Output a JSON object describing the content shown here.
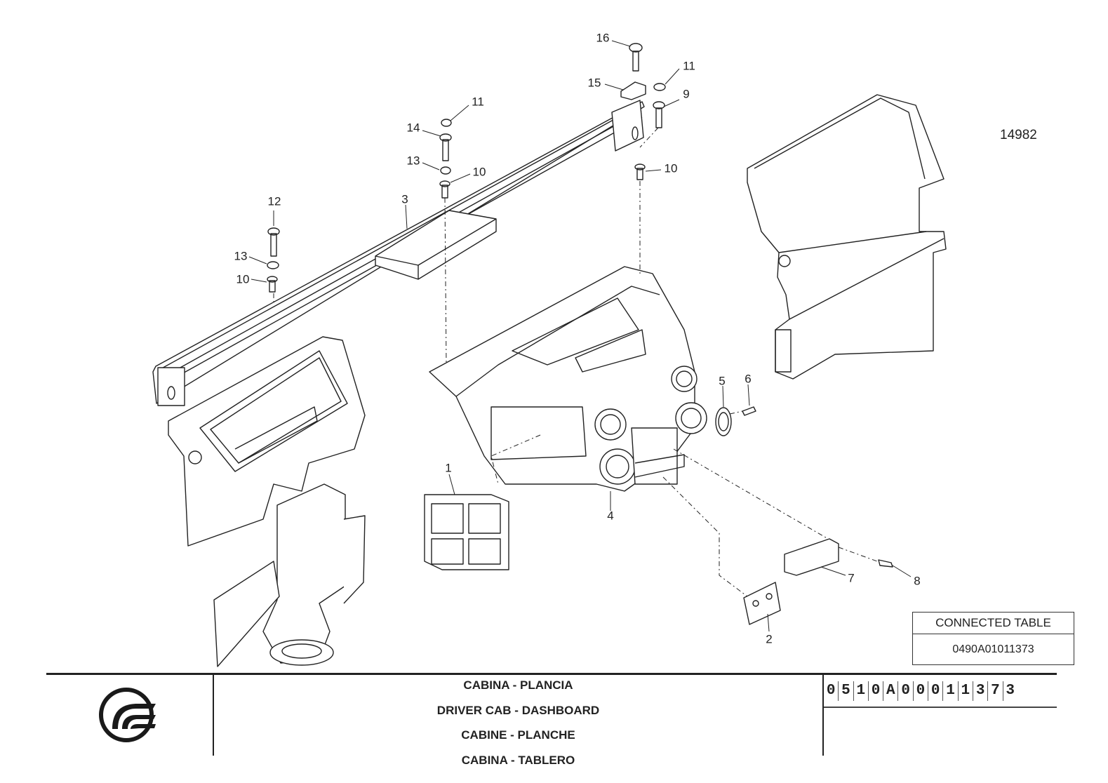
{
  "drawing": {
    "number": "14982",
    "callouts": [
      "16",
      "15",
      "11",
      "9",
      "11",
      "14",
      "13",
      "10",
      "10",
      "12",
      "3",
      "13",
      "10",
      "5",
      "6",
      "1",
      "4",
      "7",
      "8",
      "2"
    ]
  },
  "connected_table": {
    "header": "CONNECTED TABLE",
    "value": "0490A01011373"
  },
  "title_block": {
    "titles": [
      "CABINA - PLANCIA",
      "DRIVER CAB - DASHBOARD",
      "CABINE - PLANCHE",
      "CABINA - TABLERO"
    ],
    "part_number": [
      "0",
      "5",
      "1",
      "0",
      "A",
      "0",
      "0",
      "0",
      "1",
      "1",
      "3",
      "7",
      "3"
    ]
  }
}
